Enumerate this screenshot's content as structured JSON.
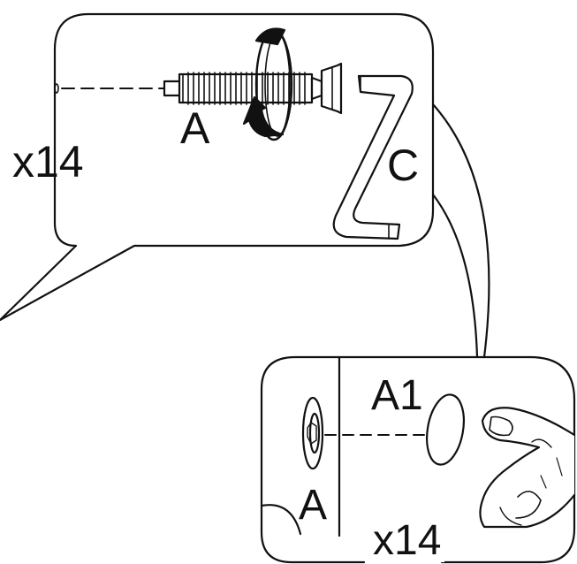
{
  "labels": {
    "top_quantity": "x14",
    "screw_part": "A",
    "hex_key_part": "C",
    "cap_part": "A1",
    "detail_screw_part": "A",
    "bottom_quantity": "x14"
  },
  "icons": {
    "rotation": "clockwise-rotation-arrow-icon",
    "tool": "hex-key-icon",
    "hand": "finger-pressing-icon"
  },
  "colors": {
    "stroke": "#111111",
    "background": "#ffffff"
  }
}
